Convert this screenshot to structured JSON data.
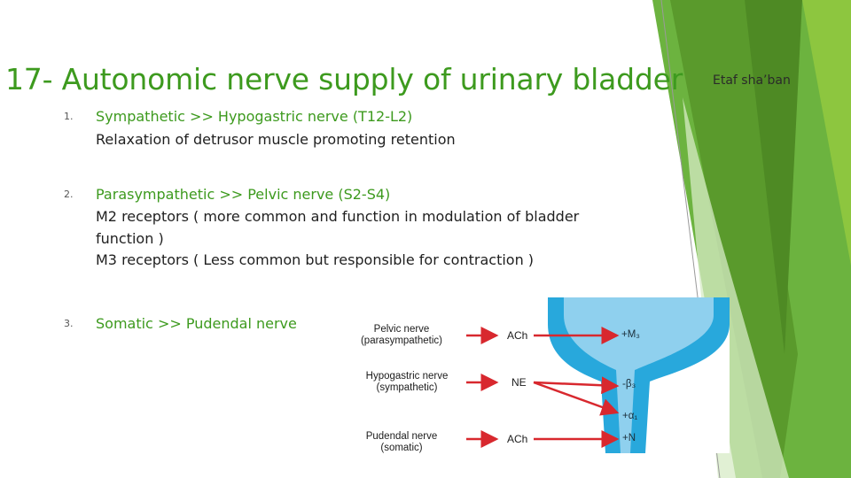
{
  "colors": {
    "title": "#3d9a1e",
    "accent_green_dark": "#4e8a24",
    "accent_green": "#6cb33f",
    "accent_green_light": "#8dc63f",
    "bullet_text": "#1f1f1f",
    "bladder_blue": "#28a8dc",
    "arrow_red": "#d8282e"
  },
  "slide": {
    "title": "17- Autonomic nerve supply of urinary bladder",
    "author": "Etaf sha’ban",
    "items": [
      {
        "number": "1.",
        "heading": "Sympathetic >> Hypogastric nerve (T12-L2)",
        "lines": [
          "Relaxation of detrusor muscle promoting retention"
        ]
      },
      {
        "number": "2.",
        "heading": "Parasympathetic >> Pelvic nerve (S2-S4)",
        "lines": [
          "M2 receptors ( more common and function in modulation of bladder",
          "function )",
          "M3 receptors ( Less common but responsible for contraction )"
        ]
      },
      {
        "number": "3.",
        "heading": "Somatic >> Pudendal nerve",
        "lines": []
      }
    ]
  },
  "figure": {
    "nerves": [
      {
        "name": "Pelvic nerve",
        "type": "(parasympathetic)",
        "transmitter": "ACh",
        "receptor": "+M₃"
      },
      {
        "name": "Hypogastric nerve",
        "type": "(sympathetic)",
        "transmitter": "NE",
        "receptor": "-β₃"
      },
      {
        "name": "",
        "type": "",
        "transmitter": "",
        "receptor": "+α₁"
      },
      {
        "name": "Pudendal nerve",
        "type": "(somatic)",
        "transmitter": "ACh",
        "receptor": "+N"
      }
    ]
  }
}
